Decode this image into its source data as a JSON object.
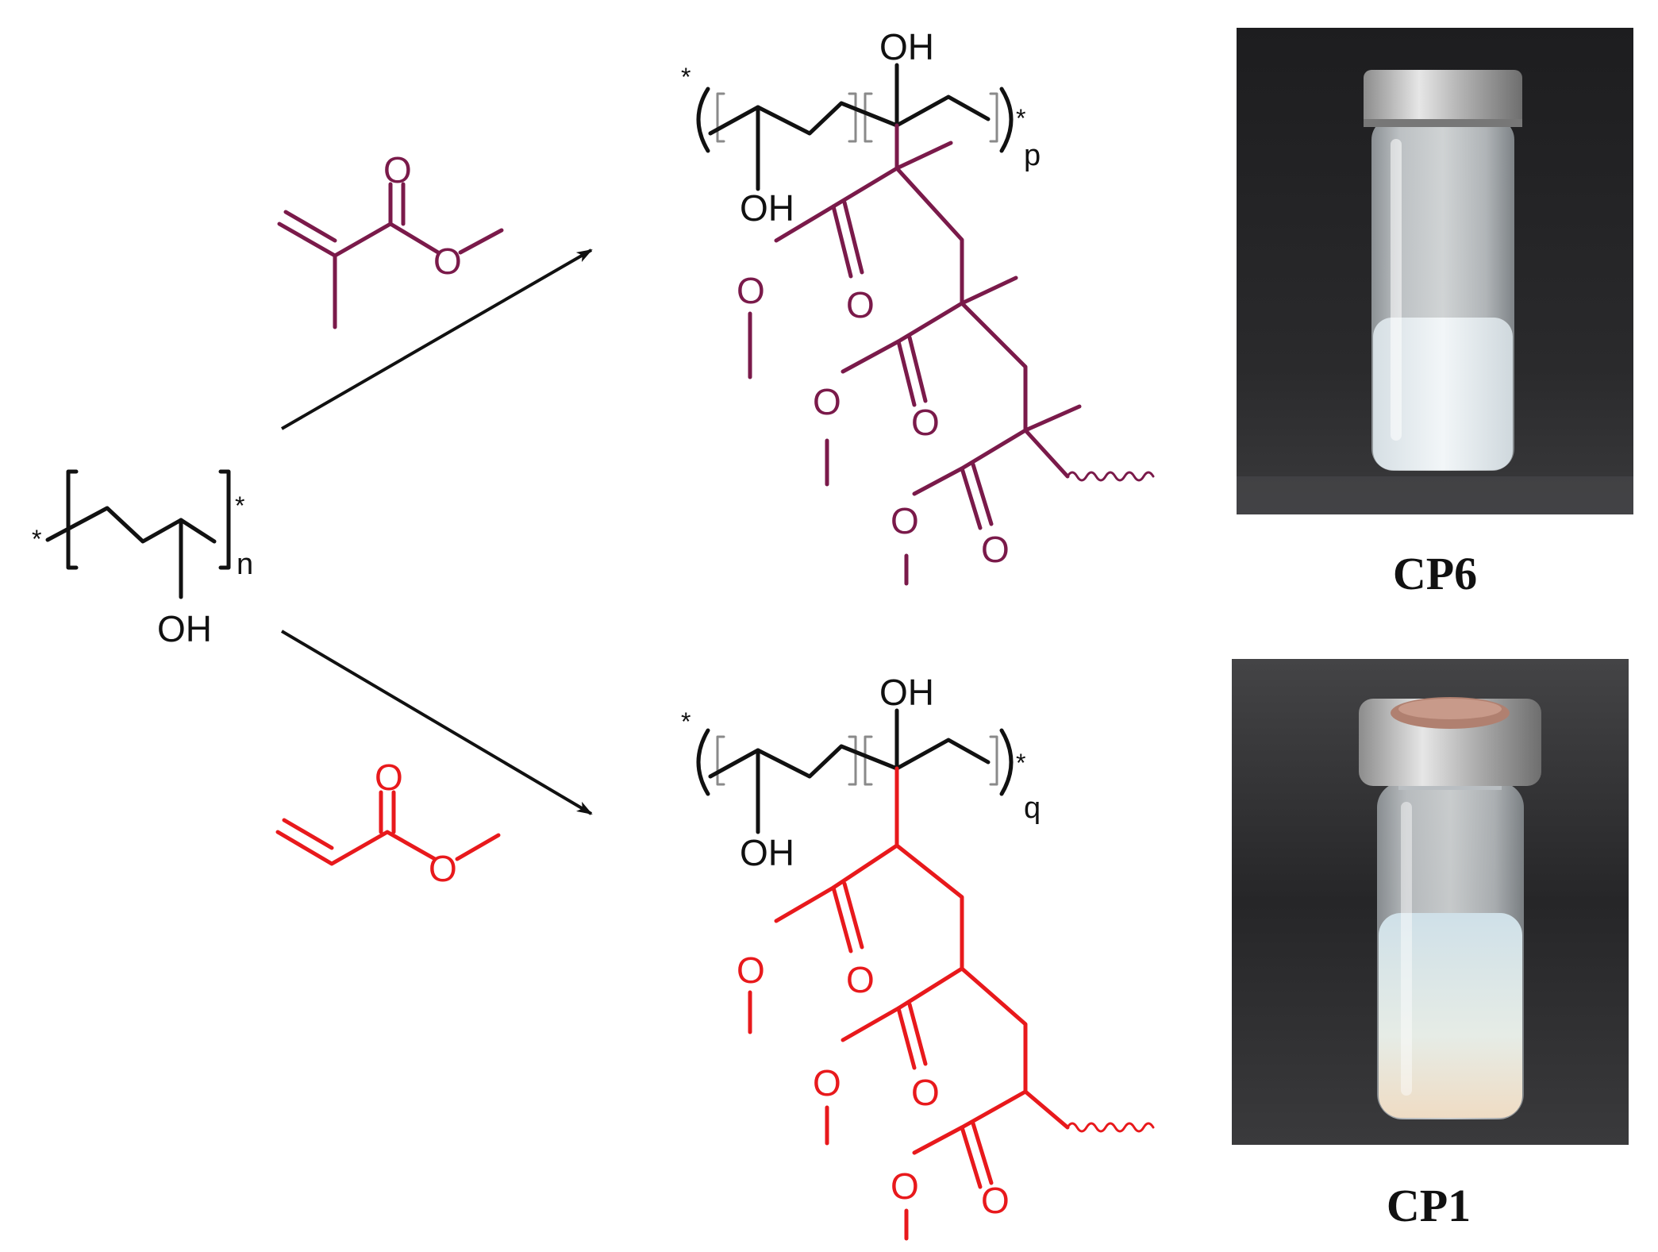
{
  "colors": {
    "black": "#111111",
    "methacrylate": "#7a1a4a",
    "acrylate": "#e8191c",
    "bracket_gray": "#8a8a8a"
  },
  "labels": {
    "oh": "OH",
    "o": "O",
    "star": "*",
    "n": "n",
    "p": "p",
    "q": "q"
  },
  "photos": [
    {
      "label": "CP6"
    },
    {
      "label": "CP1"
    }
  ]
}
